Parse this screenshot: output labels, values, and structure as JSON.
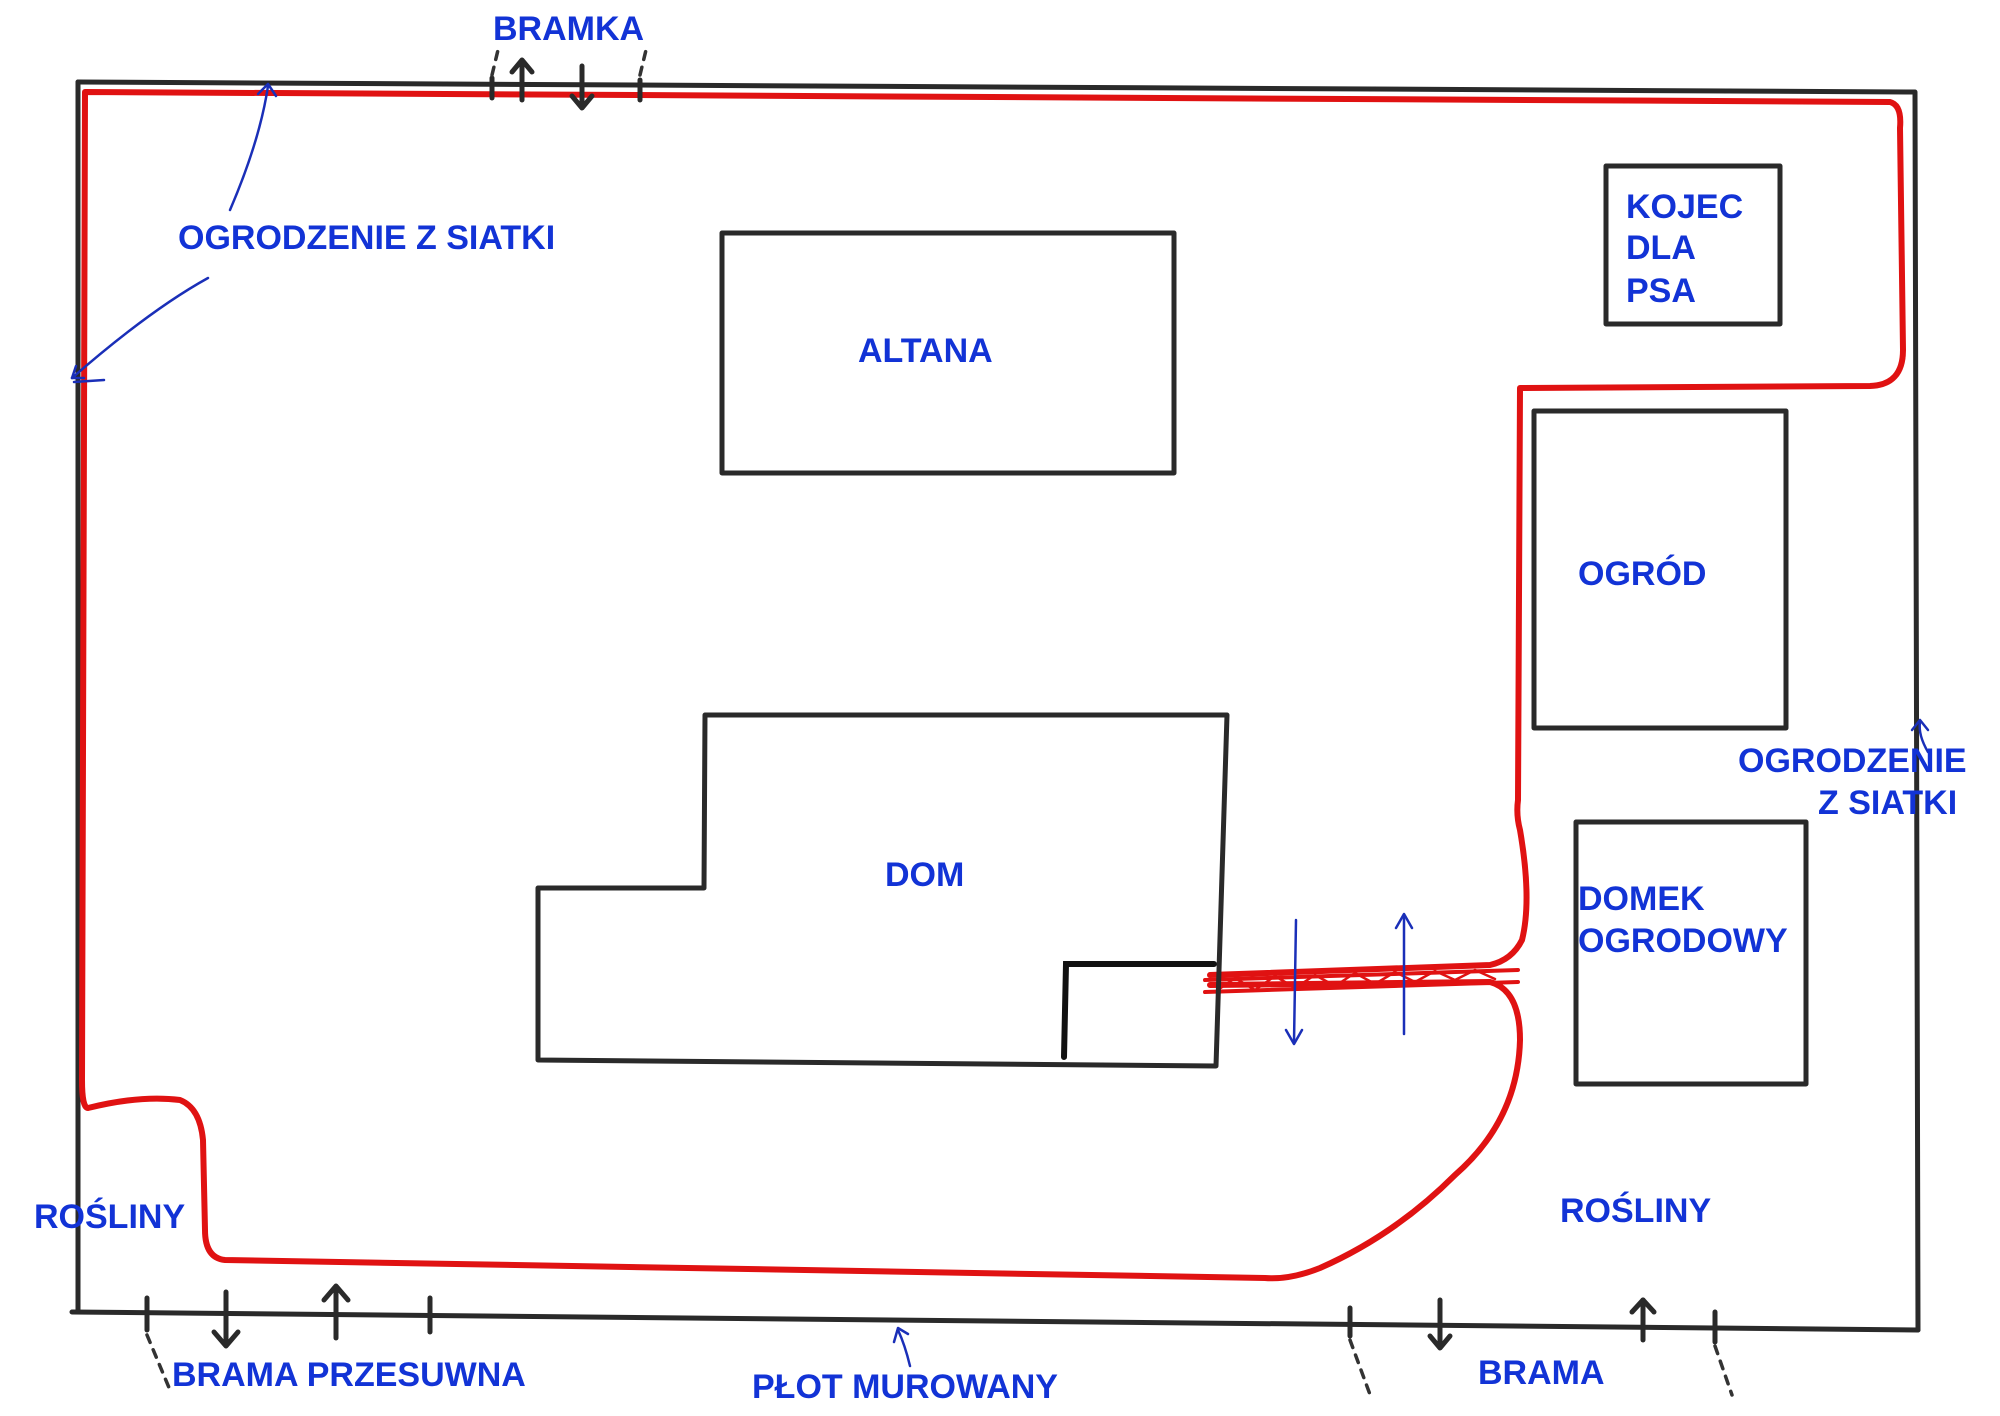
{
  "labels": {
    "bramka": "BRAMKA",
    "ogrodzenie_top": "OGRODZENIE Z SIATKI",
    "altana": "ALTANA",
    "kojec_line1": "KOJEC",
    "kojec_line2": "DLA",
    "kojec_line3": "PSA",
    "ogrod": "OGRÓD",
    "ogrodzenie_right_line1": "OGRODZENIE",
    "ogrodzenie_right_line2": "Z SIATKI",
    "dom": "DOM",
    "domek_line1": "DOMEK",
    "domek_line2": "OGRODOWY",
    "rosliny_left": "ROŚLINY",
    "rosliny_right": "ROŚLINY",
    "brama_przesuwna": "BRAMA PRZESUWNA",
    "plot_murowany": "PŁOT MUROWANY",
    "brama": "BRAMA"
  },
  "colors": {
    "fence_mesh_line": "#e01212",
    "labels": "#1233d6",
    "walls": "#2a2a2a"
  }
}
